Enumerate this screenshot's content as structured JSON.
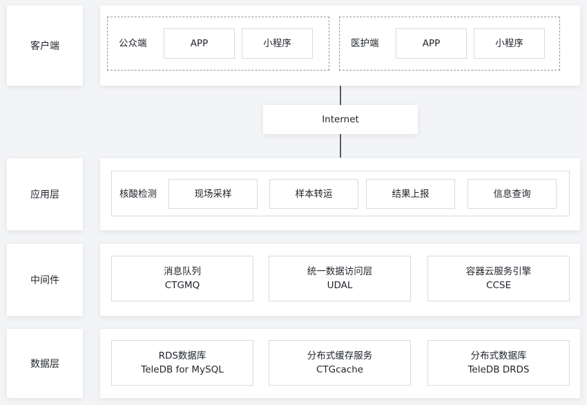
{
  "layers": {
    "client": {
      "label": "客户端",
      "public_group": {
        "label": "公众端",
        "app": "APP",
        "mini": "小程序"
      },
      "medical_group": {
        "label": "医护端",
        "app": "APP",
        "mini": "小程序"
      }
    },
    "internet": "Internet",
    "application": {
      "label": "应用层",
      "group_label": "核酸检测",
      "items": [
        "现场采样",
        "样本转运",
        "结果上报",
        "信息查询"
      ]
    },
    "middleware": {
      "label": "中间件",
      "items": [
        {
          "line1": "消息队列",
          "line2": "CTGMQ"
        },
        {
          "line1": "统一数据访问层",
          "line2": "UDAL"
        },
        {
          "line1": "容器云服务引擎",
          "line2": "CCSE"
        }
      ]
    },
    "data": {
      "label": "数据层",
      "items": [
        {
          "line1": "RDS数据库",
          "line2": "TeleDB for MySQL"
        },
        {
          "line1": "分布式缓存服务",
          "line2": "CTGcache"
        },
        {
          "line1": "分布式数据库",
          "line2": "TeleDB DRDS"
        }
      ]
    }
  }
}
